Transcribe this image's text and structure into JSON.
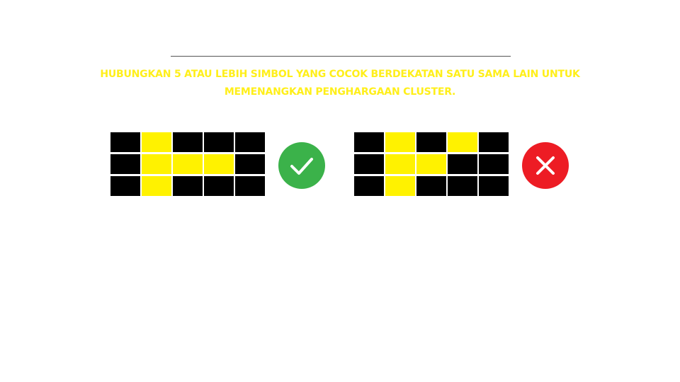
{
  "instruction": {
    "line1": "HUBUNGKAN 5 ATAU LEBIH SIMBOL YANG COCOK BERDEKATAN SATU SAMA LAIN UNTUK",
    "line2": "MEMENANGKAN PENGHARGAAN CLUSTER."
  },
  "colors": {
    "text": "#ffef1a",
    "cell_on": "#fff200",
    "cell_off": "#000000",
    "divider": "#555555",
    "valid_badge": "#3bb24a",
    "invalid_badge": "#ed1c24",
    "badge_mark": "#ffffff"
  },
  "examples": [
    {
      "id": "valid",
      "result_icon": "checkmark-icon",
      "grid": [
        [
          0,
          1,
          0,
          0,
          0
        ],
        [
          0,
          1,
          1,
          1,
          0
        ],
        [
          0,
          1,
          0,
          0,
          0
        ]
      ]
    },
    {
      "id": "invalid",
      "result_icon": "cross-icon",
      "grid": [
        [
          0,
          1,
          0,
          1,
          0
        ],
        [
          0,
          1,
          1,
          0,
          0
        ],
        [
          0,
          1,
          0,
          0,
          0
        ]
      ]
    }
  ]
}
